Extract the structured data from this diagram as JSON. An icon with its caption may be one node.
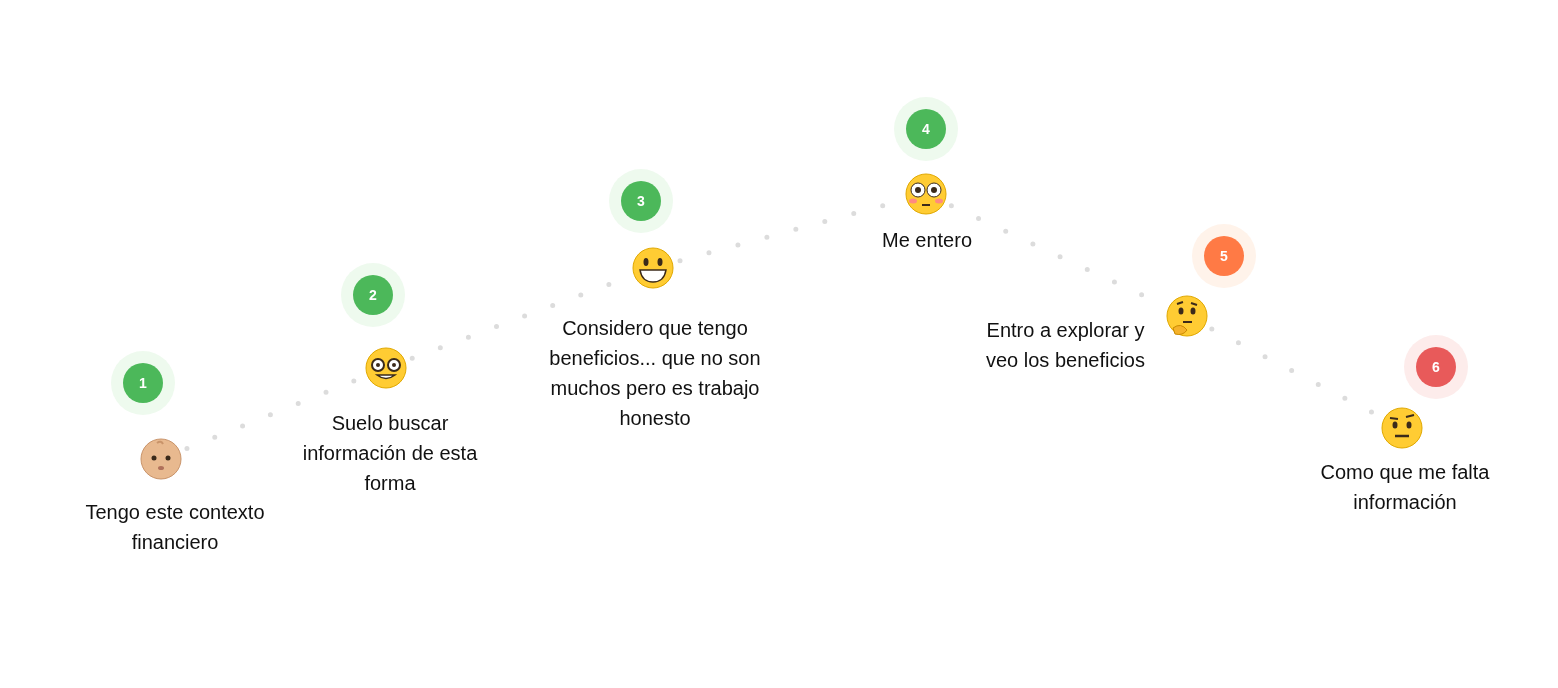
{
  "diagram": {
    "nodes": [
      {
        "text": [
          "1"
        ]
      },
      {
        "text": [],
        "shape": "circle",
        "beside": [
          "Tengo este contexto financiero"
        ]
      },
      {
        "text": [
          "2"
        ]
      },
      {
        "text": [],
        "shape": "circle",
        "beside": [
          "Suelo buscar información de esta forma"
        ]
      },
      {
        "text": [
          "3"
        ]
      },
      {
        "text": [],
        "shape": "circle",
        "beside": [
          "Considero que tengo beneficios... que no son muchos pero es trabajo honesto"
        ]
      },
      {
        "text": [
          "4"
        ]
      },
      {
        "text": [],
        "shape": "circle",
        "beside": [
          "Me entero"
        ]
      },
      {
        "text": [
          "5"
        ]
      },
      {
        "text": [],
        "shape": "circle",
        "beside": [
          "Entro a explorar y veo los beneficios"
        ]
      },
      {
        "text": [
          "6"
        ]
      },
      {
        "text": [],
        "shape": "circle",
        "beside": [
          "Como que me falta información"
        ]
      }
    ],
    "edges": [
      {
        "from": 1,
        "to": 3,
        "arrow": "none",
        "style": "dashed"
      },
      {
        "from": 3,
        "to": 5,
        "arrow": "none",
        "style": "dashed"
      },
      {
        "from": 5,
        "to": 7,
        "arrow": "none",
        "style": "dashed"
      },
      {
        "from": 7,
        "to": 9,
        "arrow": "none",
        "style": "dashed"
      },
      {
        "from": 9,
        "to": 11,
        "arrow": "none",
        "style": "dashed"
      }
    ]
  }
}
